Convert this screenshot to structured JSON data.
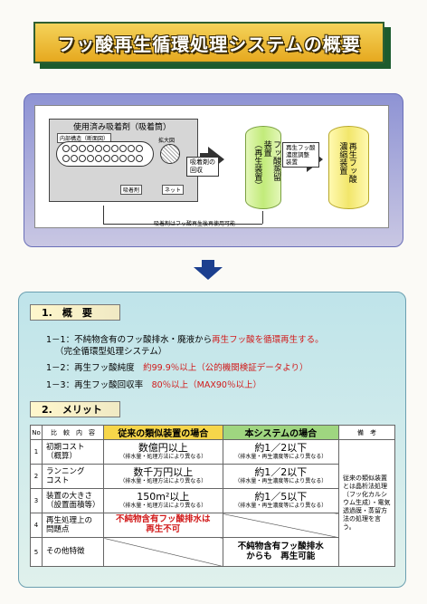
{
  "title": "フッ酸再生循環処理システムの概要",
  "diagram": {
    "adsorbent_box_title": "使用済み吸着剤（吸着筒）",
    "inner_structure_label": "内部構造（断面図）",
    "zoom_label": "拡大図",
    "adsorbent_label": "吸着剤",
    "net_label": "ネット",
    "recovery_label": "吸着剤の\n回収",
    "distill_label": "フッ酸蒸留\n装置\n（再生装置）",
    "conc_adjust_label": "再生フッ酸\n濃度調整\n装置",
    "concentrate_label": "再生フッ酸\n濃縮装置",
    "return_label": "吸着剤はフッ酸再生後再使用可能"
  },
  "overview": {
    "heading": "1.　概　要",
    "line1_prefix": "1－1：不純物含有のフッ酸排水・廃液から",
    "line1_highlight": "再生フッ酸を循環再生する。",
    "line1_sub": "（完全循環型処理システム）",
    "line2_prefix": "1－2：再生フッ酸純度　",
    "line2_highlight": "約99.9％以上（公的機関検証データより）",
    "line3_prefix": "1－3：再生フッ酸回収率　",
    "line3_highlight": "80％以上（MAX90％以上）"
  },
  "merit": {
    "heading": "2.　メリット",
    "header": {
      "no": "No",
      "item": "比　較　内　容",
      "conventional": "従来の類似装置の場合",
      "ours": "本システムの場合",
      "remarks": "備　考"
    },
    "rows": [
      {
        "no": "1",
        "item": "初期コスト\n（概算）",
        "conv_main": "数億円以上",
        "conv_sub": "（排水量・処理方法により異なる）",
        "ours_main": "約1／2以下",
        "ours_sub": "（排水量・再生濃度等により異なる）"
      },
      {
        "no": "2",
        "item": "ランニング\nコスト",
        "conv_main": "数千万円以上",
        "conv_sub": "（排水量・処理方法により異なる）",
        "ours_main": "約1／2以下",
        "ours_sub": "（排水量・再生濃度等により異なる）"
      },
      {
        "no": "3",
        "item": "装置の大きさ\n（設置面積等）",
        "conv_main": "150m²以上",
        "conv_sub": "（排水量・処理方法により異なる）",
        "ours_main": "約1／5以下",
        "ours_sub": "（排水量・再生濃度等により異なる）"
      },
      {
        "no": "4",
        "item": "再生処理上の\n問題点",
        "conv_main": "不純物含有フッ酸排水は\n再生不可",
        "conv_sub": "",
        "ours_main": "",
        "ours_sub": ""
      },
      {
        "no": "5",
        "item": "その他特徴",
        "conv_main": "",
        "conv_sub": "",
        "ours_main": "不純物含有フッ酸排水\nからも　再生可能",
        "ours_sub": ""
      }
    ],
    "remarks_text": "従来の類似装置とは晶析法処理（フッ化カルシウム生成）・電気透過膜・蒸留方法の処理を言う。"
  },
  "colors": {
    "title_gold": "#f4d35a",
    "title_green": "#2f5f31",
    "highlight_red": "#d11a1a",
    "conv_header": "#f6d64a",
    "ours_header": "#9fd680",
    "arrow_blue": "#1c3f8f"
  }
}
